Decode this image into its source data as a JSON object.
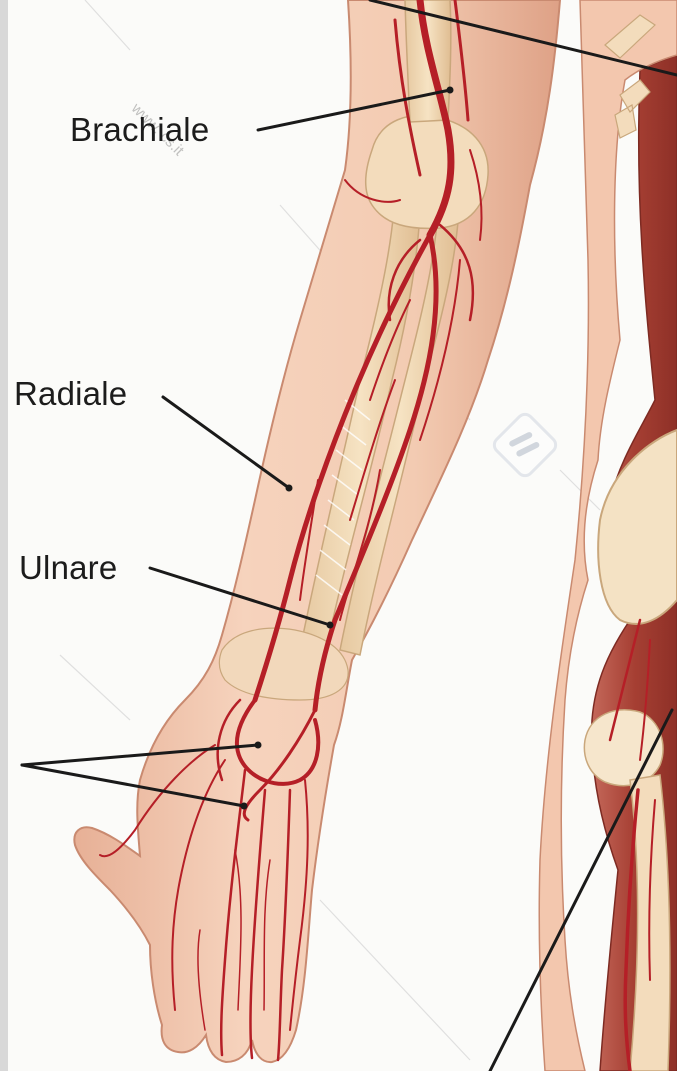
{
  "labels": {
    "brachiale": "Brachiale",
    "radiale": "Radiale",
    "ulnare": "Ulnare"
  },
  "watermark": {
    "text": "www.         cs.it",
    "logo": "ih-logo"
  },
  "colors": {
    "skin": "#f3cdb4",
    "skin_shadow": "#e3a98c",
    "bone": "#f1d9b2",
    "artery": "#b51f27",
    "muscle": "#a84236",
    "leader_line": "#1a1a1a"
  }
}
